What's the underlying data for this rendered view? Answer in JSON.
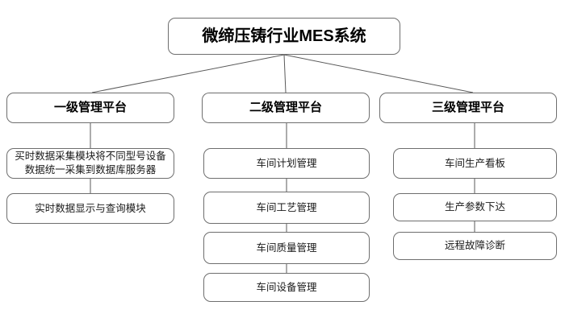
{
  "diagram": {
    "title": "微缔压铸行业MES系统",
    "columns": [
      {
        "header": "一级管理平台",
        "items": [
          "买时数据采集模块将不同型号设备数据统一采集到数据库服务器",
          "实时数据显示与查询模块"
        ]
      },
      {
        "header": "二级管理平台",
        "items": [
          "车间计划管理",
          "车间工艺管理",
          "车间质量管理",
          "车间设备管理"
        ]
      },
      {
        "header": "三级管理平台",
        "items": [
          "车间生产看板",
          "生产参数下达",
          "远程故障诊断"
        ]
      }
    ],
    "colors": {
      "background": "#ffffff",
      "box_border": "#6e6e6e",
      "connector_line": "#5a5a5a",
      "text": "#000000"
    }
  }
}
